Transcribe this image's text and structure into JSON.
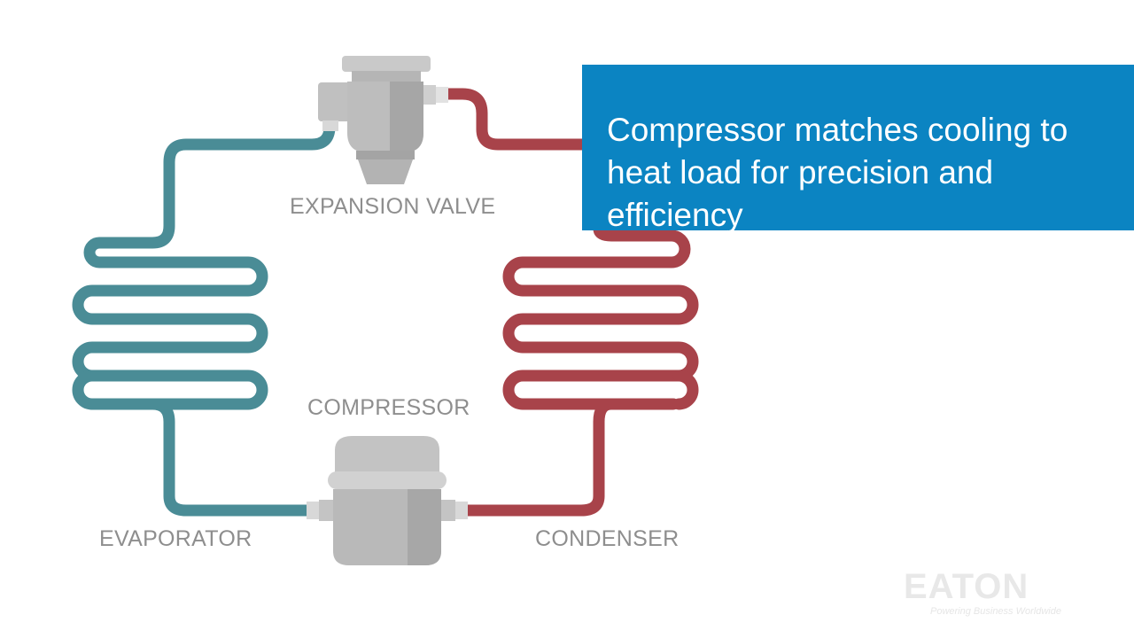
{
  "labels": {
    "expansion_valve": "EXPANSION VALVE",
    "compressor": "COMPRESSOR",
    "evaporator": "EVAPORATOR",
    "condenser": "CONDENSER"
  },
  "callout": {
    "text": "Compressor matches cooling to heat load for precision and efficiency"
  },
  "logo": {
    "wordmark": "EATON",
    "tagline": "Powering Business Worldwide"
  },
  "colors": {
    "cold_line": "#4a8c96",
    "hot_line": "#a8434a",
    "component_gray": "#b9b9b9",
    "callout_bg": "#0b84c2",
    "label_text": "#8e8e8e"
  }
}
